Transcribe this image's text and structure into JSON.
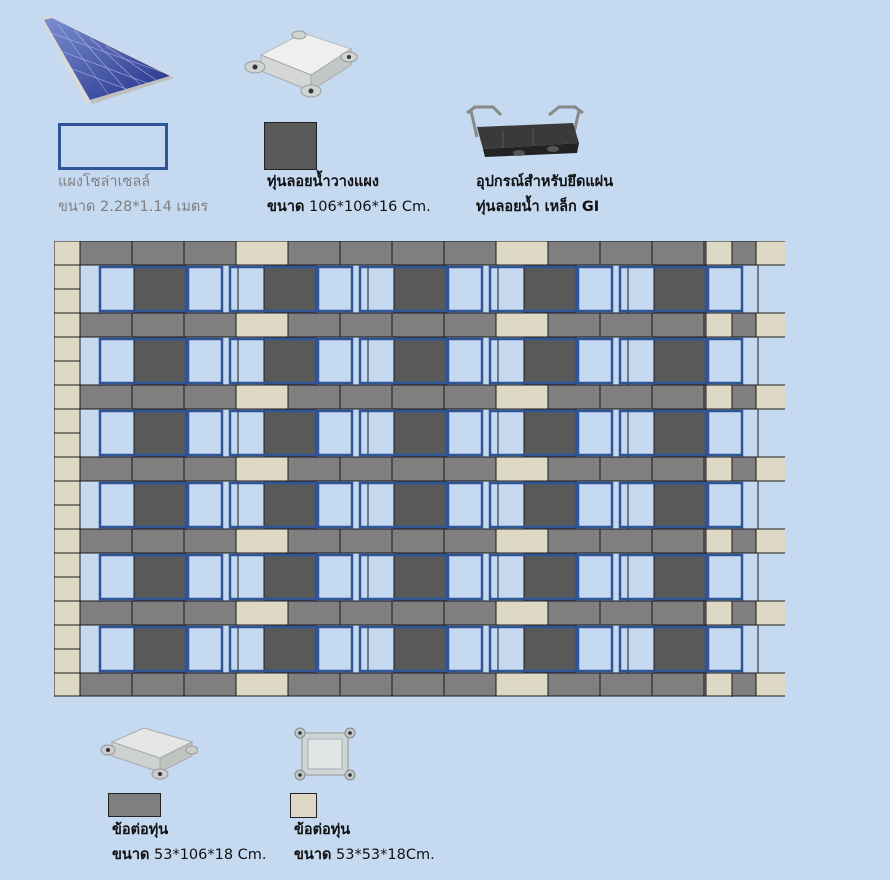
{
  "legend": {
    "panel": {
      "name": "แผงโซล่าเซลล์",
      "size": "ขนาด 2.28*1.14 เมตร"
    },
    "main_float": {
      "name": "ทุ่นลอยน้ำวางแผง",
      "size_prefix": "ขนาด",
      "size_value": "106*106*16 Cm."
    },
    "bracket": {
      "name": "อุปกรณ์สำหรับยึดแผ่น",
      "name2": "ทุ่นลอยน้ำ เหล็ก GI"
    },
    "connector_large": {
      "name": "ข้อต่อทุ่น",
      "size_prefix": "ขนาด",
      "size_value": "53*106*18 Cm."
    },
    "connector_small": {
      "name": "ข้อต่อทุ่น",
      "size_prefix": "ขนาด",
      "size_value": "53*53*18Cm."
    }
  },
  "colors": {
    "background": "#c5d9f1",
    "main_float": "#595959",
    "connector_large": "#7f7f7f",
    "connector_small": "#ddd9c4",
    "panel_outline": "#2f5597",
    "panel_fill": "#c5d9f1"
  },
  "layout_grid": {
    "float_columns": 5,
    "float_rows": 6,
    "panels_per_row": 10
  }
}
